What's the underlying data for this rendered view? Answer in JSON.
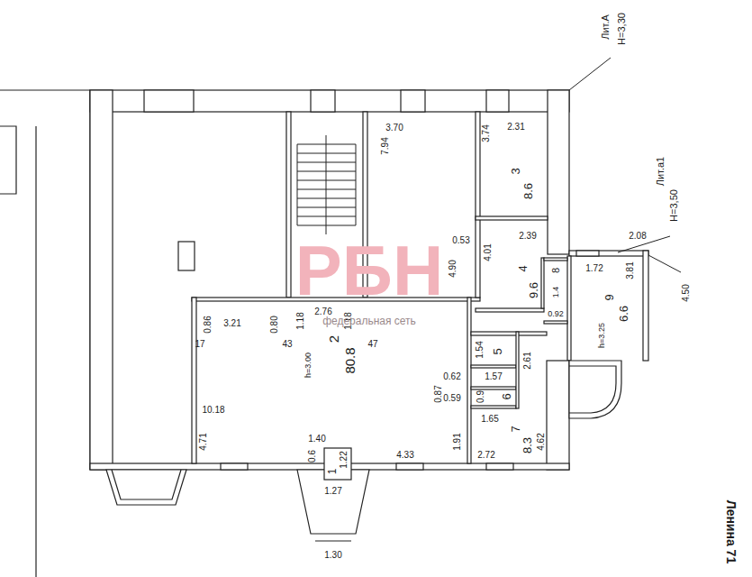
{
  "diagram": {
    "labels": [
      "Лит.А",
      "H=3,30",
      "3.70",
      "7.94",
      "3.74",
      "2.31",
      "3",
      "8.6",
      "Лит.а1",
      "H=3,50",
      "2.08",
      "2.39",
      "0.53",
      "4.01",
      "4.90",
      "4",
      "9.6",
      "8",
      "1.4",
      "0.92",
      "1.72",
      "3.81",
      "9",
      "6.6",
      "4.50",
      "h=3.25",
      "0.86",
      "3.21",
      "0.80",
      "1.18",
      "2.76",
      "1.18",
      "17",
      "43",
      "47",
      "h=3.00",
      "2",
      "80.8",
      "1.54",
      "5",
      "2.61",
      "1.57",
      "0.62",
      "0.87",
      "0.9",
      "6",
      "0.59",
      "10.18",
      "4.71",
      "1.65",
      "7",
      "8.3",
      "4.62",
      "1.91",
      "1.40",
      "0.6",
      "1.22",
      "1",
      "1.27",
      "4.33",
      "2.72",
      "1.30",
      "РБН",
      "федеральная сеть",
      "Ленина 71"
    ]
  }
}
